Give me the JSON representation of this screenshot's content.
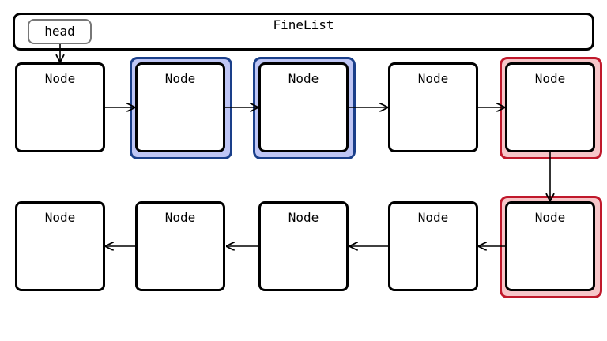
{
  "container": {
    "title": "FineList"
  },
  "head_label": "head",
  "colors": {
    "blue_fill": "#bfc6f5",
    "blue_stroke": "#1a3f8a",
    "red_fill": "#f7c6c9",
    "red_stroke": "#c0182b"
  },
  "nodes": [
    {
      "label": "Node",
      "highlight": "none"
    },
    {
      "label": "Node",
      "highlight": "blue"
    },
    {
      "label": "Node",
      "highlight": "blue"
    },
    {
      "label": "Node",
      "highlight": "none"
    },
    {
      "label": "Node",
      "highlight": "red"
    },
    {
      "label": "Node",
      "highlight": "red"
    },
    {
      "label": "Node",
      "highlight": "none"
    },
    {
      "label": "Node",
      "highlight": "none"
    },
    {
      "label": "Node",
      "highlight": "none"
    },
    {
      "label": "Node",
      "highlight": "none"
    }
  ]
}
